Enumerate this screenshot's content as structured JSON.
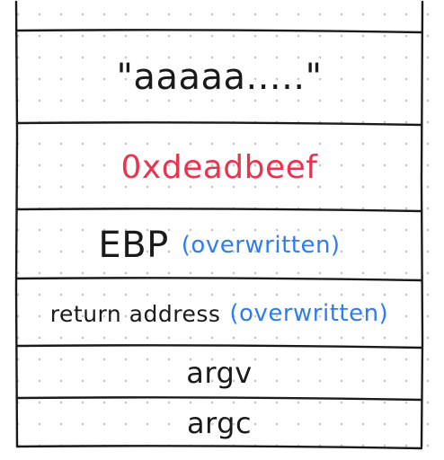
{
  "colors": {
    "ink": "#1a1a1a",
    "red_ink": "#e8344e",
    "blue_ink": "#2f7cf0",
    "grid_dot": "#c9c9c9",
    "background": "#ffffff"
  },
  "stack": {
    "buffer": "\"aaaaa.....\"",
    "overwrite_value": "0xdeadbeef",
    "ebp": {
      "label": "EBP",
      "annotation": "(overwritten)"
    },
    "return_address": {
      "label": "return address",
      "annotation": "(overwritten)"
    },
    "argv": "argv",
    "argc": "argc"
  }
}
